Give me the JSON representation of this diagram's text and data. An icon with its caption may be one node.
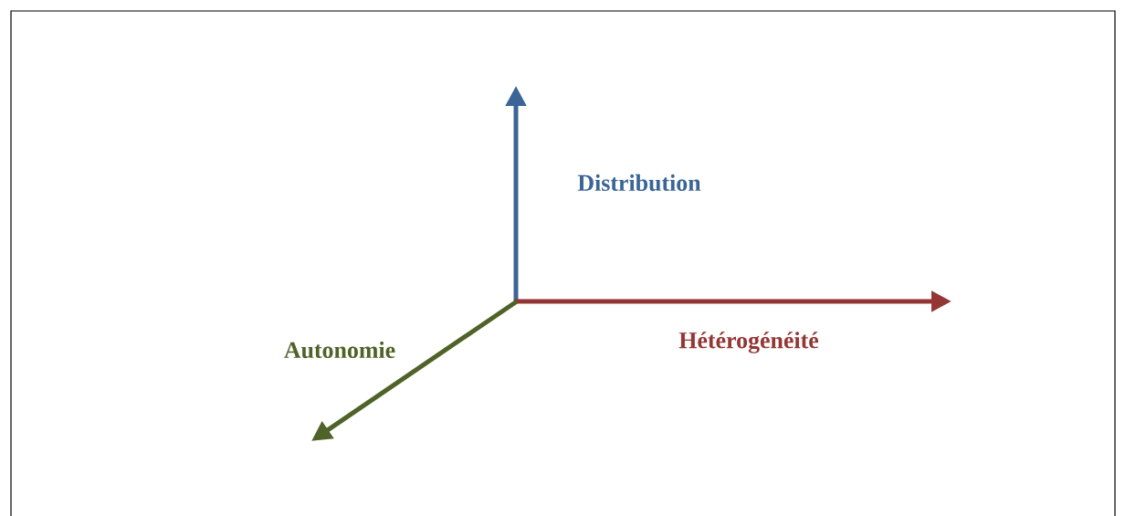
{
  "diagram": {
    "labels": [
      "Distribution",
      "Autonomie",
      "Hétérogénéité"
    ]
  }
}
